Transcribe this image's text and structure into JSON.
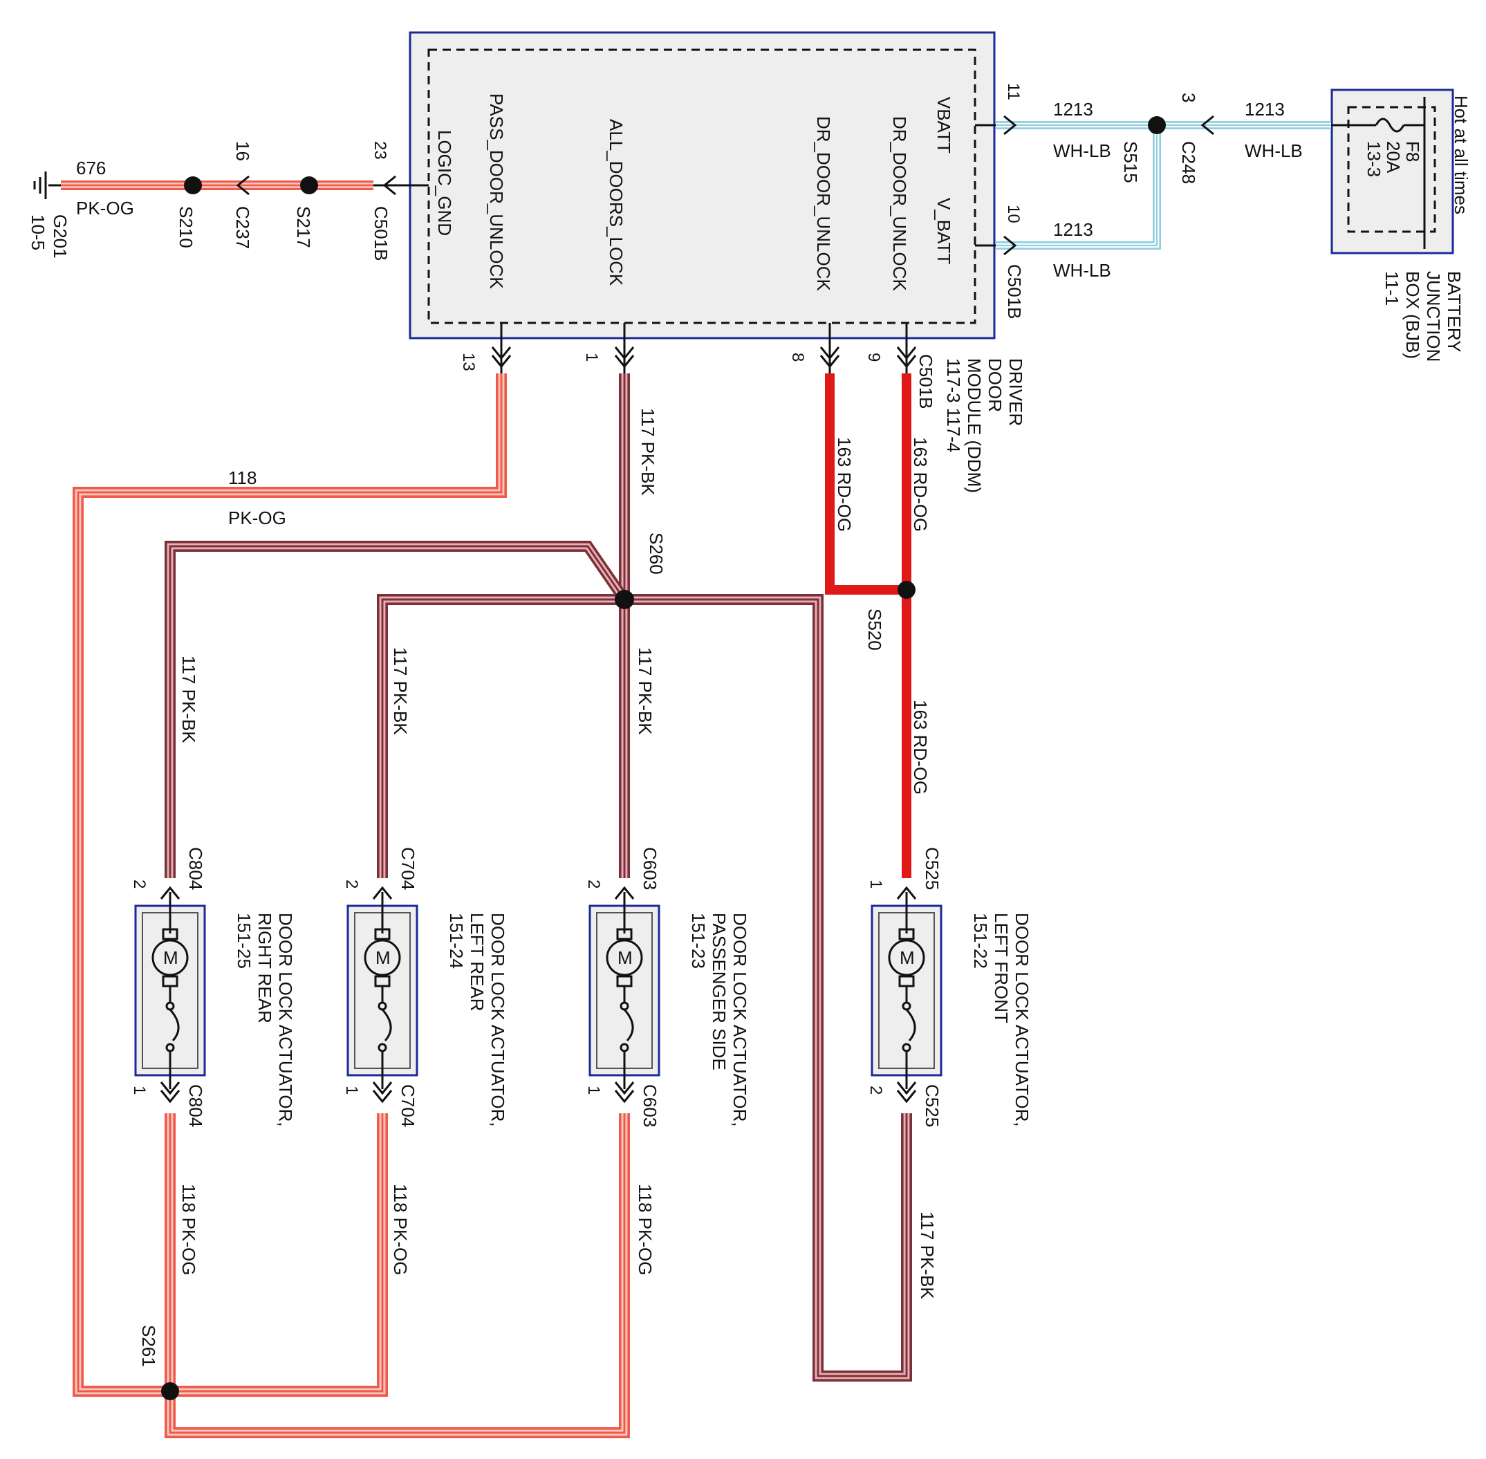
{
  "colors": {
    "pk_og": "#f05a4a",
    "pk_og_core": "#f7c7bf",
    "pk_bk": "#7a3038",
    "pk_bk_core": "#e8b0b6",
    "rd_og": "#e01818",
    "wh_lb": "#8fd0e0",
    "module_border": "#1a2a9a",
    "module_fill": "#eeeeee"
  },
  "icons": {
    "ground": "ground-icon",
    "fuse": "fuse-icon",
    "motor": "motor-icon",
    "switch": "switch-icon",
    "splice": "splice-icon"
  },
  "ddm": {
    "name": [
      "DRIVER",
      "DOOR",
      "MODULE (DDM)",
      "117-3    117-4"
    ],
    "pins": {
      "logic_gnd": "LOGIC_GND",
      "pass_door_unlock": "PASS_DOOR_UNLOCK",
      "all_doors_lock": "ALL_DOORS_LOCK",
      "dr_door_unlock": "DR_DOOR_UNLOCK",
      "dr_door_unlock2": "DR_DOOR_UNLOCK",
      "vbatt": "VBATT",
      "v_batt": "V_BATT"
    },
    "pin_numbers": {
      "p23": "23",
      "p13": "13",
      "p1": "1",
      "p8": "8",
      "p9": "9",
      "p11": "11",
      "p10": "10"
    },
    "connector_left": "C501B",
    "connector_bottom": "C501B",
    "connector_right": "C501B"
  },
  "bjb": {
    "name": [
      "BATTERY",
      "JUNCTION",
      "BOX (BJB)",
      "11-1"
    ],
    "fuse": [
      "F8",
      "20A",
      "13-3"
    ],
    "hot": "Hot at all times"
  },
  "ground": {
    "name": "G201",
    "ref": "10-5"
  },
  "splices": {
    "s210": "S210",
    "s217": "S217",
    "s260": "S260",
    "s261": "S261",
    "s515": "S515",
    "s520": "S520"
  },
  "connectors": {
    "c237": "C237",
    "c237_pin": "16",
    "c248": "C248",
    "c248_pin": "3"
  },
  "wires": {
    "w676": {
      "num": "676",
      "color": "PK-OG"
    },
    "w1213a": {
      "num": "1213",
      "color": "WH-LB"
    },
    "w1213b": {
      "num": "1213",
      "color": "WH-LB"
    },
    "w1213c": {
      "num": "1213",
      "color": "WH-LB"
    },
    "w118": {
      "num": "118",
      "color": "PK-OG"
    },
    "w117_main": {
      "text": "117    PK-BK"
    },
    "w163_a": {
      "text": "163    RD-OG"
    },
    "w163_b": {
      "text": "163    RD-OG"
    },
    "w163_c": {
      "text": "163    RD-OG"
    },
    "w117_rr": {
      "text": "117    PK-BK"
    },
    "w117_lr": {
      "text": "117    PK-BK"
    },
    "w117_ps": {
      "text": "117    PK-BK"
    },
    "w118_rr": {
      "text": "118    PK-OG"
    },
    "w118_lr": {
      "text": "118    PK-OG"
    },
    "w118_ps": {
      "text": "118    PK-OG"
    },
    "w117_lf": {
      "text": "117    PK-BK"
    }
  },
  "actuators": [
    {
      "id": "rr",
      "title": [
        "DOOR LOCK ACTUATOR,",
        "RIGHT REAR",
        "151-25"
      ],
      "conn_top": "C804",
      "conn_bot": "C804",
      "pin_top": "2",
      "pin_bot": "1"
    },
    {
      "id": "lr",
      "title": [
        "DOOR LOCK ACTUATOR,",
        "LEFT REAR",
        "151-24"
      ],
      "conn_top": "C704",
      "conn_bot": "C704",
      "pin_top": "2",
      "pin_bot": "1"
    },
    {
      "id": "ps",
      "title": [
        "DOOR LOCK ACTUATOR,",
        "PASSENGER SIDE",
        "151-23"
      ],
      "conn_top": "C603",
      "conn_bot": "C603",
      "pin_top": "2",
      "pin_bot": "1"
    },
    {
      "id": "lf",
      "title": [
        "DOOR LOCK ACTUATOR,",
        "LEFT FRONT",
        "151-22"
      ],
      "conn_top": "C525",
      "conn_bot": "C525",
      "pin_top": "1",
      "pin_bot": "2"
    }
  ]
}
